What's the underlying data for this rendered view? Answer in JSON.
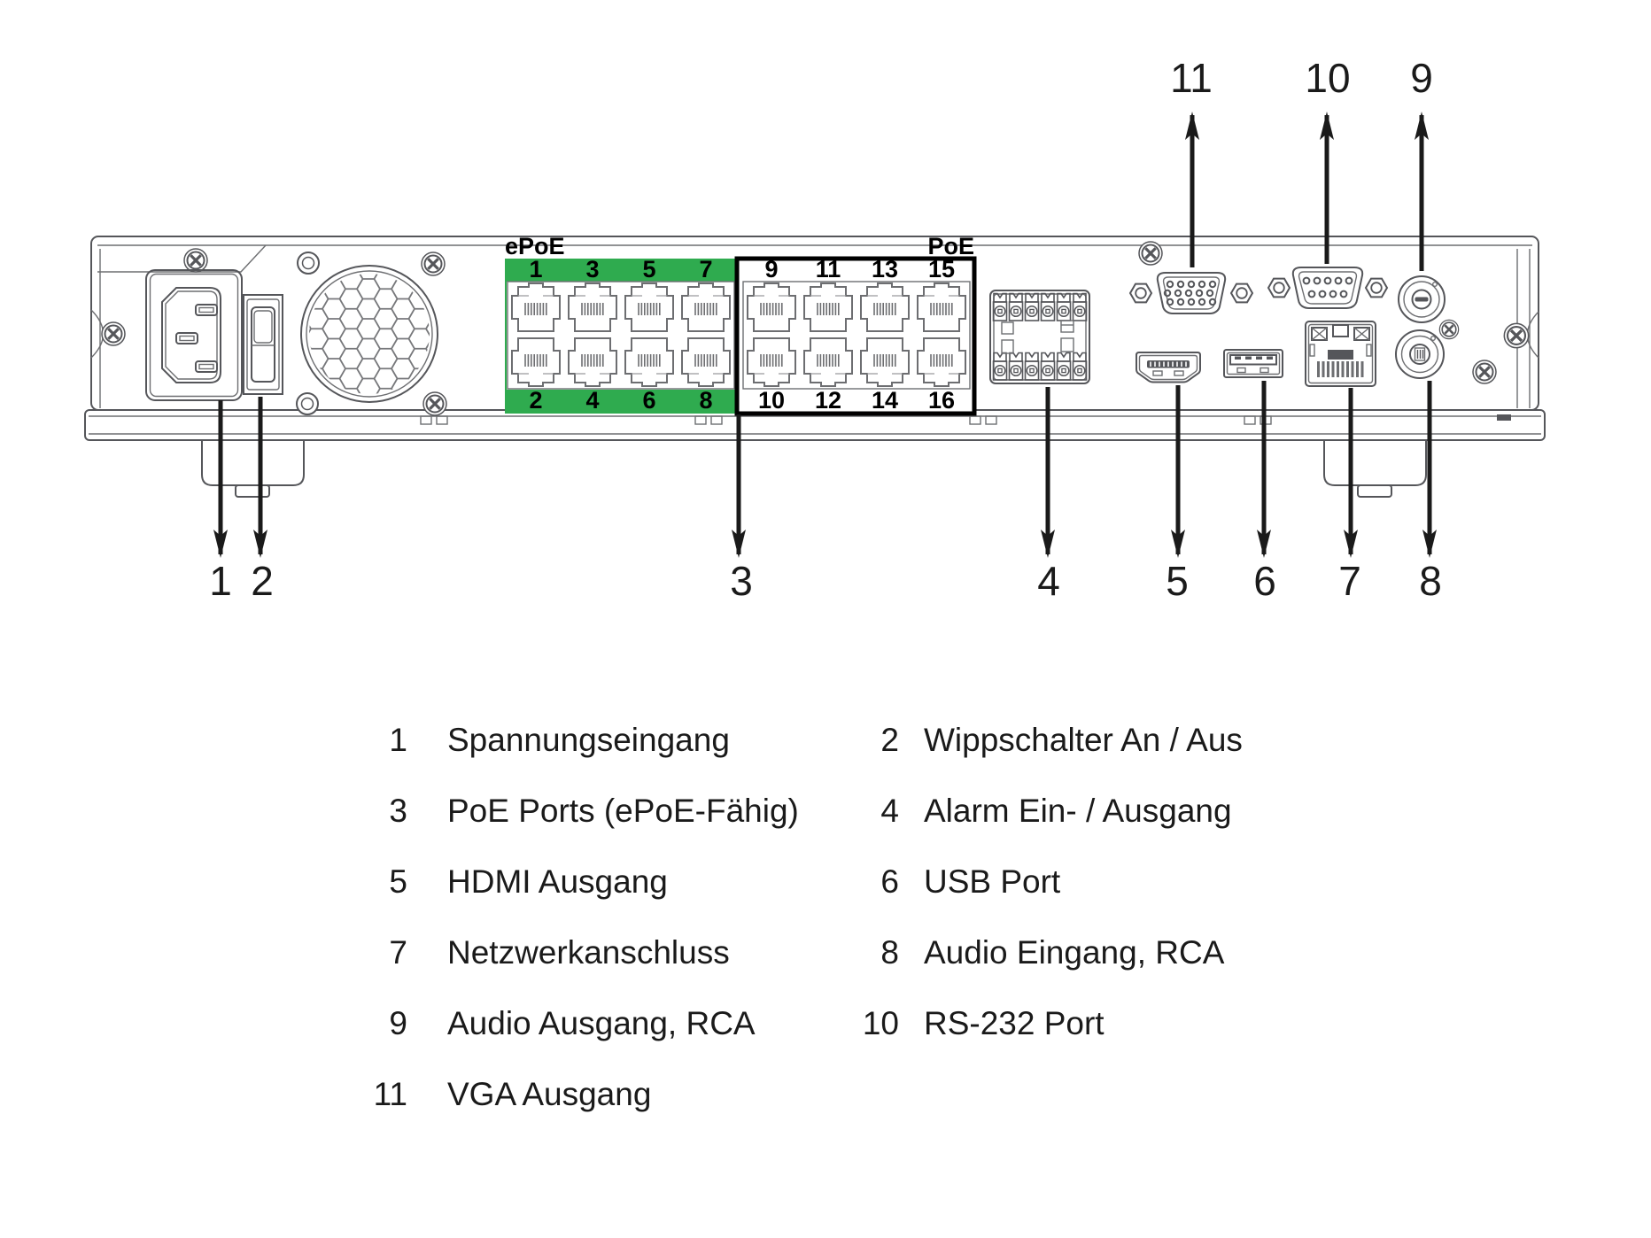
{
  "colors": {
    "green": "#2FAB4F",
    "line": "#55565A",
    "black": "#1A1A1A"
  },
  "panel": {
    "epoe_label": "ePoE",
    "poe_label": "PoE",
    "epoe_top": [
      "1",
      "3",
      "5",
      "7"
    ],
    "epoe_bottom": [
      "2",
      "4",
      "6",
      "8"
    ],
    "poe_top": [
      "9",
      "11",
      "13",
      "15"
    ],
    "poe_bottom": [
      "10",
      "12",
      "14",
      "16"
    ]
  },
  "callouts": {
    "top": [
      "11",
      "10",
      "9"
    ],
    "bottom": [
      "1",
      "2",
      "3",
      "4",
      "5",
      "6",
      "7",
      "8"
    ]
  },
  "legend": {
    "items": [
      {
        "num": "1",
        "label": "Spannungseingang"
      },
      {
        "num": "2",
        "label": "Wippschalter An / Aus"
      },
      {
        "num": "3",
        "label": "PoE Ports (ePoE-Fähig)"
      },
      {
        "num": "4",
        "label": "Alarm Ein- / Ausgang"
      },
      {
        "num": "5",
        "label": "HDMI Ausgang"
      },
      {
        "num": "6",
        "label": "USB Port"
      },
      {
        "num": "7",
        "label": "Netzwerkanschluss"
      },
      {
        "num": "8",
        "label": "Audio Eingang, RCA"
      },
      {
        "num": "9",
        "label": "Audio Ausgang, RCA"
      },
      {
        "num": "10",
        "label": "RS-232 Port"
      },
      {
        "num": "11",
        "label": "VGA Ausgang"
      }
    ]
  }
}
